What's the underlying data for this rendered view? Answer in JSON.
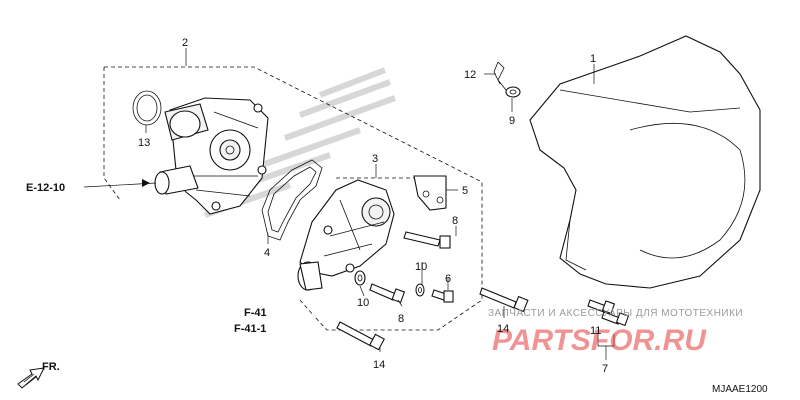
{
  "callouts": {
    "c1": "1",
    "c2": "2",
    "c3": "3",
    "c4": "4",
    "c5": "5",
    "c6": "6",
    "c7": "7",
    "c8": "8",
    "c8b": "8",
    "c9": "9",
    "c10a": "10",
    "c10b": "10",
    "c11": "11",
    "c12": "12",
    "c13": "13",
    "c14a": "14",
    "c14b": "14"
  },
  "refs": {
    "e1210": "E-12-10",
    "f41": "F-41",
    "f411": "F-41-1"
  },
  "front_marker": "FR.",
  "diagram_code": "MJAAE1200",
  "watermark": {
    "text": "ЗАПЧАСТИ И АКСЕССУАРЫ ДЛЯ МОТОТЕХНИКИ",
    "logo": "PARTSFOR.RU",
    "logo_color": "#e23b3b"
  }
}
